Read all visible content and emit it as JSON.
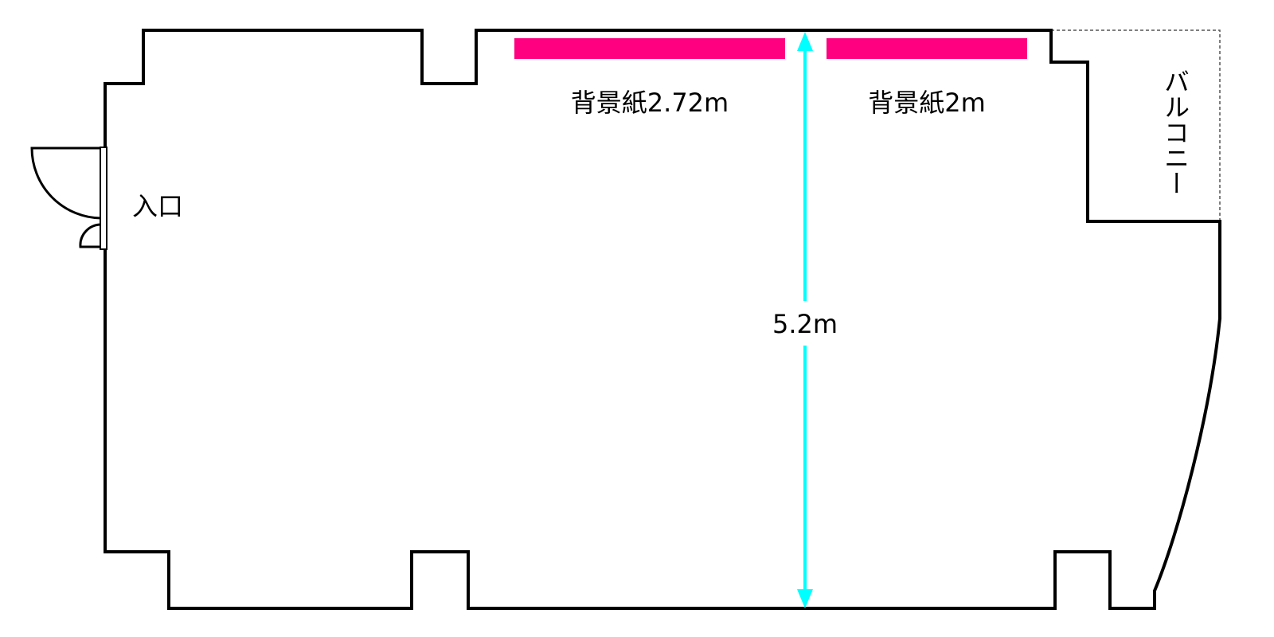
{
  "labels": {
    "backdrop_left": "背景紙2.72m",
    "backdrop_right": "背景紙2m",
    "entrance": "入口",
    "balcony": "バルコニー",
    "room_depth": "5.2m"
  },
  "colors": {
    "wall": "#000000",
    "backdrop": "#ff0080",
    "dimension": "#00ffff",
    "balcony_outline": "#555555"
  }
}
